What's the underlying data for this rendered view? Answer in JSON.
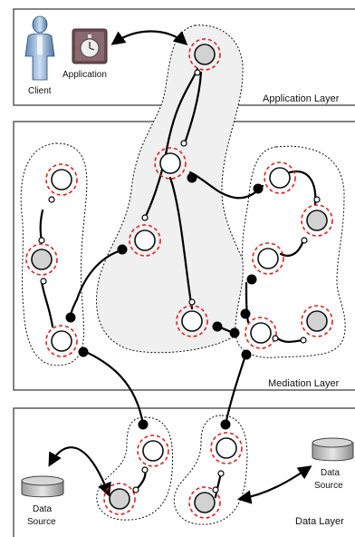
{
  "layers": {
    "application": {
      "label": "Application Layer"
    },
    "mediation": {
      "label": "Mediation Layer"
    },
    "data": {
      "label": "Data Layer"
    }
  },
  "actors": {
    "client": {
      "label": "Client",
      "icon": "user-icon"
    },
    "application": {
      "label": "Application",
      "icon": "stopwatch-icon"
    }
  },
  "data_sources": [
    {
      "line1": "Data",
      "line2": "Source"
    },
    {
      "line1": "Data",
      "line2": "Source"
    }
  ],
  "colors": {
    "service_fill": "#ffffff",
    "service_fill_active": "#d2d2d2",
    "ring": "#e02020",
    "shaded_group": "#f0f0f0"
  }
}
